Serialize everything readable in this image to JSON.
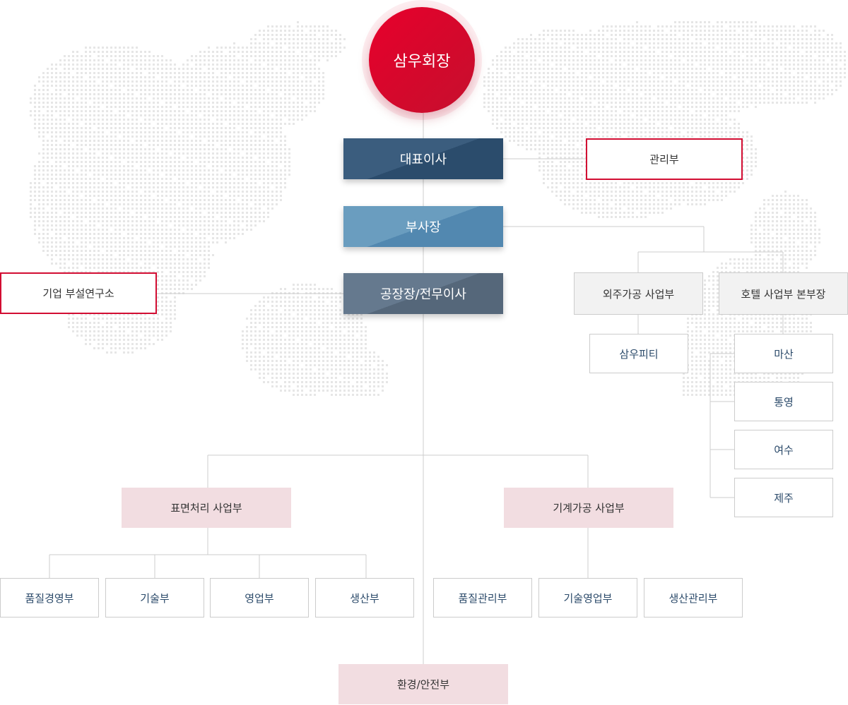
{
  "chart_data": {
    "type": "org-chart",
    "nodes": [
      {
        "id": "chairman",
        "label": "삼우회장"
      },
      {
        "id": "ceo",
        "label": "대표이사",
        "parent": "chairman"
      },
      {
        "id": "admin",
        "label": "관리부",
        "parent": "ceo"
      },
      {
        "id": "vp",
        "label": "부사장",
        "parent": "ceo"
      },
      {
        "id": "outsourcing",
        "label": "외주가공 사업부",
        "parent": "vp"
      },
      {
        "id": "samwoo_piti",
        "label": "삼우피티",
        "parent": "outsourcing"
      },
      {
        "id": "hotel_hq",
        "label": "호텔 사업부 본부장",
        "parent": "vp"
      },
      {
        "id": "masan",
        "label": "마산",
        "parent": "hotel_hq"
      },
      {
        "id": "tongyeong",
        "label": "통영",
        "parent": "hotel_hq"
      },
      {
        "id": "yeosu",
        "label": "여수",
        "parent": "hotel_hq"
      },
      {
        "id": "jeju",
        "label": "제주",
        "parent": "hotel_hq"
      },
      {
        "id": "factory",
        "label": "공장장/전무이사",
        "parent": "vp"
      },
      {
        "id": "lab",
        "label": "기업 부설연구소",
        "parent": "factory"
      },
      {
        "id": "surface",
        "label": "표면처리 사업부",
        "parent": "factory"
      },
      {
        "id": "s_quality",
        "label": "품질경영부",
        "parent": "surface"
      },
      {
        "id": "s_tech",
        "label": "기술부",
        "parent": "surface"
      },
      {
        "id": "s_sales",
        "label": "영업부",
        "parent": "surface"
      },
      {
        "id": "s_prod",
        "label": "생산부",
        "parent": "surface"
      },
      {
        "id": "machining",
        "label": "기계가공 사업부",
        "parent": "factory"
      },
      {
        "id": "m_quality",
        "label": "품질관리부",
        "parent": "machining"
      },
      {
        "id": "m_techsales",
        "label": "기술영업부",
        "parent": "machining"
      },
      {
        "id": "m_prod",
        "label": "생산관리부",
        "parent": "machining"
      },
      {
        "id": "env",
        "label": "환경/안전부",
        "parent": "factory"
      }
    ]
  },
  "colors": {
    "chairman": "#d4082c",
    "ceo": "#2b4c6c",
    "vp": "#5288b0",
    "factory": "#55677a",
    "red_border": "#d20d32",
    "division_fill": "#f2dde1",
    "gray_fill": "#f2f2f2",
    "line": "#cccccc",
    "map_dots": "#e6e6e6"
  }
}
